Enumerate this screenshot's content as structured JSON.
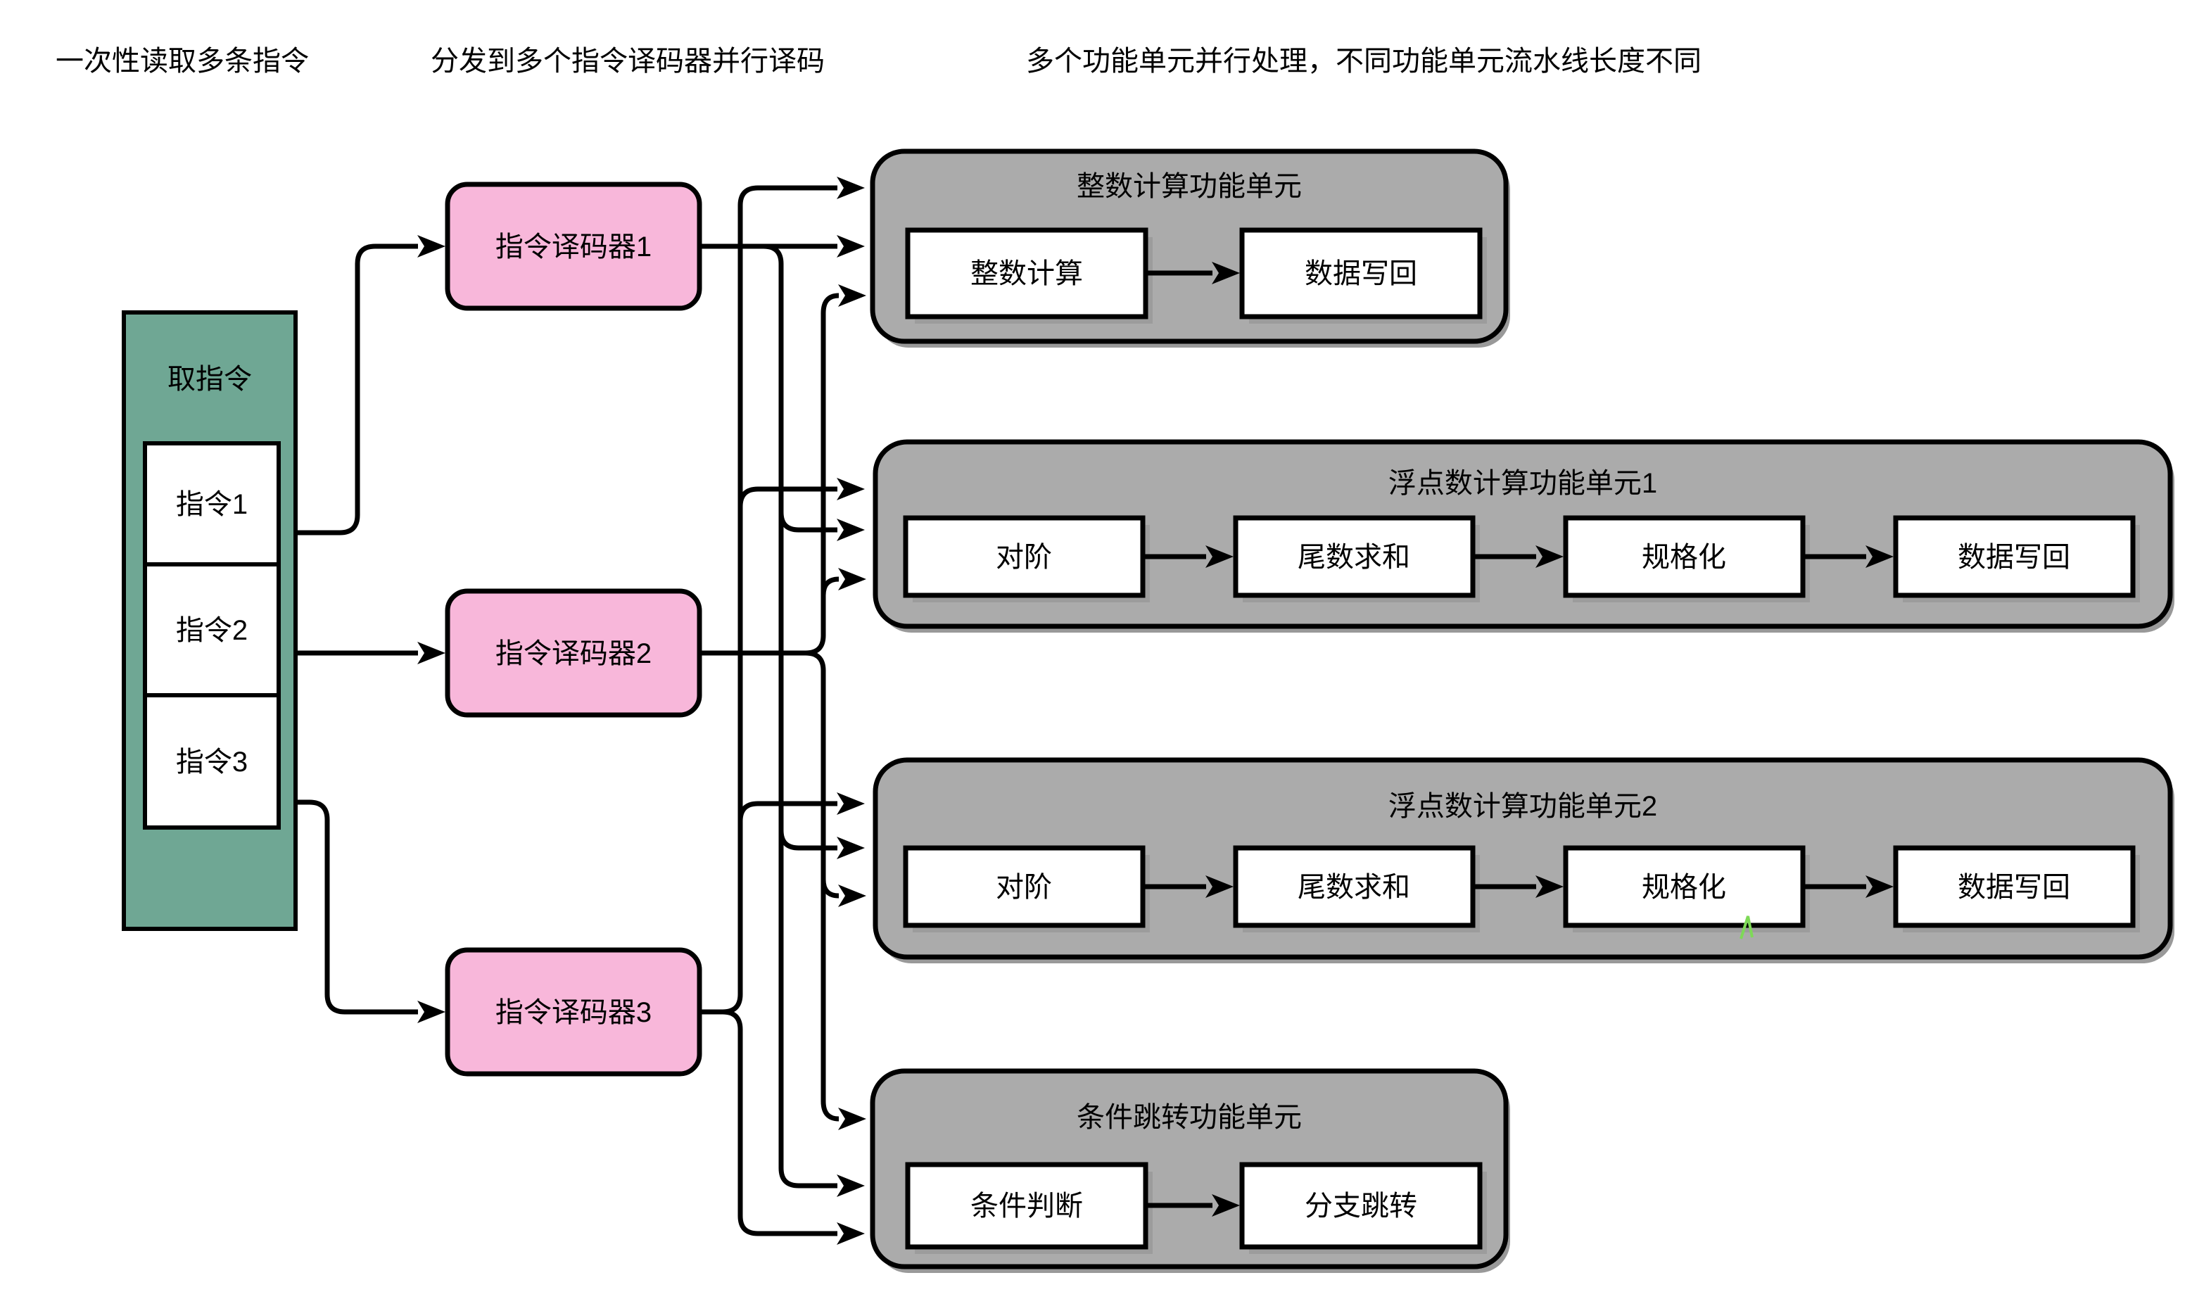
{
  "annotations": [
    "一次性读取多条指令",
    "分发到多个指令译码器并行译码",
    "多个功能单元并行处理，不同功能单元流水线长度不同"
  ],
  "fetch_unit": {
    "title": "取指令",
    "instructions": [
      "指令1",
      "指令2",
      "指令3"
    ]
  },
  "decoders": [
    "指令译码器1",
    "指令译码器2",
    "指令译码器3"
  ],
  "functional_units": [
    {
      "title": "整数计算功能单元",
      "stages": [
        "整数计算",
        "数据写回"
      ]
    },
    {
      "title": "浮点数计算功能单元1",
      "stages": [
        "对阶",
        "尾数求和",
        "规格化",
        "数据写回"
      ]
    },
    {
      "title": "浮点数计算功能单元2",
      "stages": [
        "对阶",
        "尾数求和",
        "规格化",
        "数据写回"
      ]
    },
    {
      "title": "条件跳转功能单元",
      "stages": [
        "条件判断",
        "分支跳转"
      ]
    }
  ],
  "colors": {
    "fetch_box": "#6FA794",
    "decoder_box": "#F8B7DA",
    "unit_box": "#ABABAB",
    "stage_box": "#FFFFFF",
    "instruction_box": "#FFFFFF",
    "outline": "#000000",
    "unit_shadow": "#999999",
    "stage_shadow": "#9C9C9C",
    "cursor_mark": "#7ED957",
    "background": "#FFFFFF"
  }
}
